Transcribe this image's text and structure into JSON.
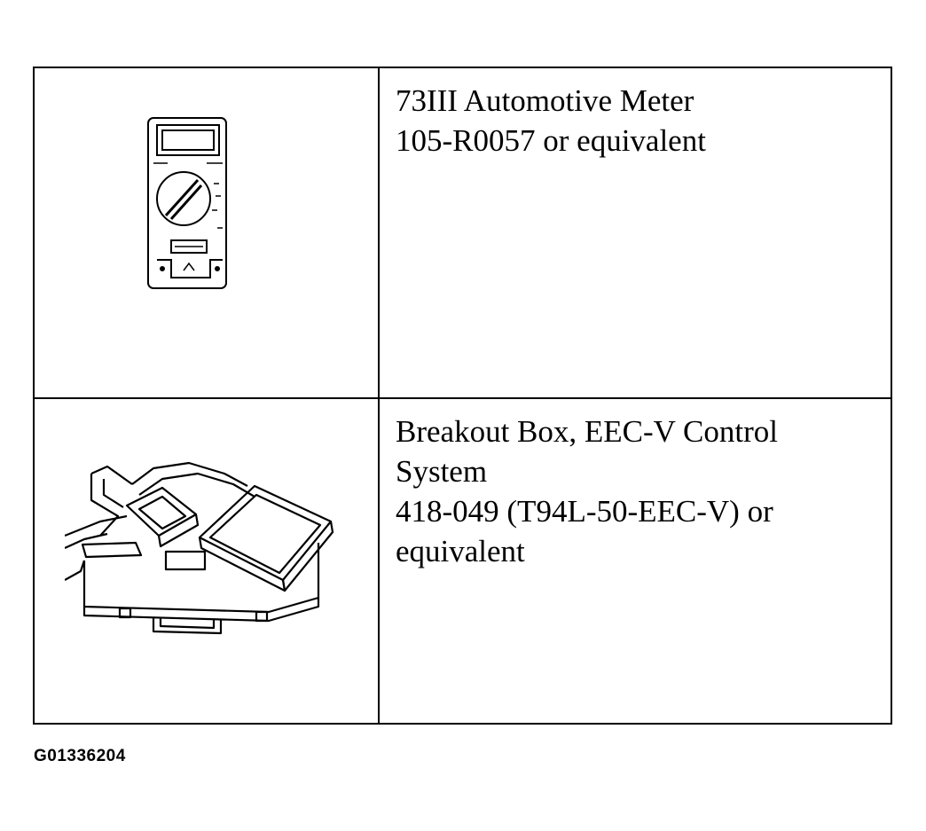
{
  "tools": [
    {
      "illustration": "multimeter-illustration",
      "lines": [
        "73III Automotive Meter",
        "105-R0057 or equivalent"
      ]
    },
    {
      "illustration": "breakout-box-illustration",
      "lines": [
        "Breakout Box, EEC-V Control",
        "System",
        "418-049 (T94L-50-EEC-V) or",
        "equivalent"
      ]
    }
  ],
  "figure_id": "G01336204"
}
